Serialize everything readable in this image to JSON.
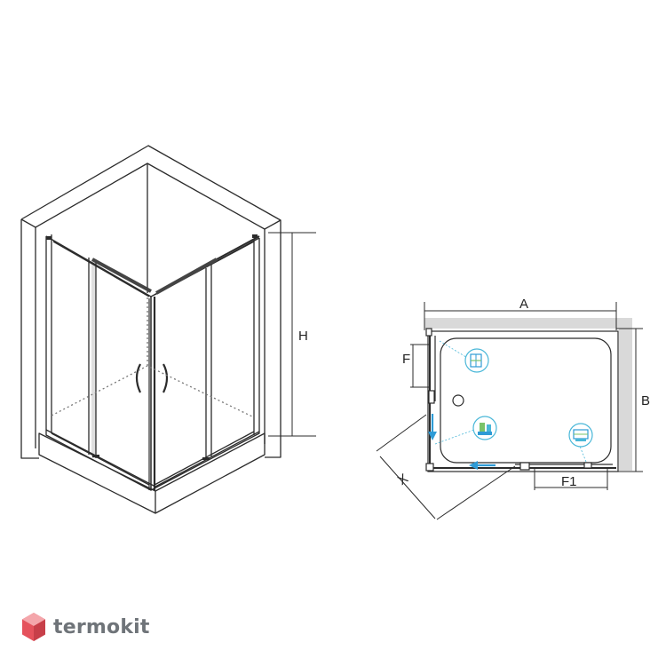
{
  "dimensions": {
    "height": "H",
    "width_a": "A",
    "depth_b": "B",
    "door_f": "F",
    "door_f1": "F1",
    "entry_x": "X"
  },
  "brand": {
    "name": "termokit",
    "accent": "#e5525c",
    "accent_light": "#f4a6ab"
  },
  "icons": [
    "wall-profile-icon",
    "adjustable-profile-icon",
    "tray-icon"
  ],
  "colors": {
    "line": "#2b2b2b",
    "wall_shade": "#d9d9d9",
    "arrow": "#2e9bd6",
    "icon_ring": "#49b7d8"
  }
}
